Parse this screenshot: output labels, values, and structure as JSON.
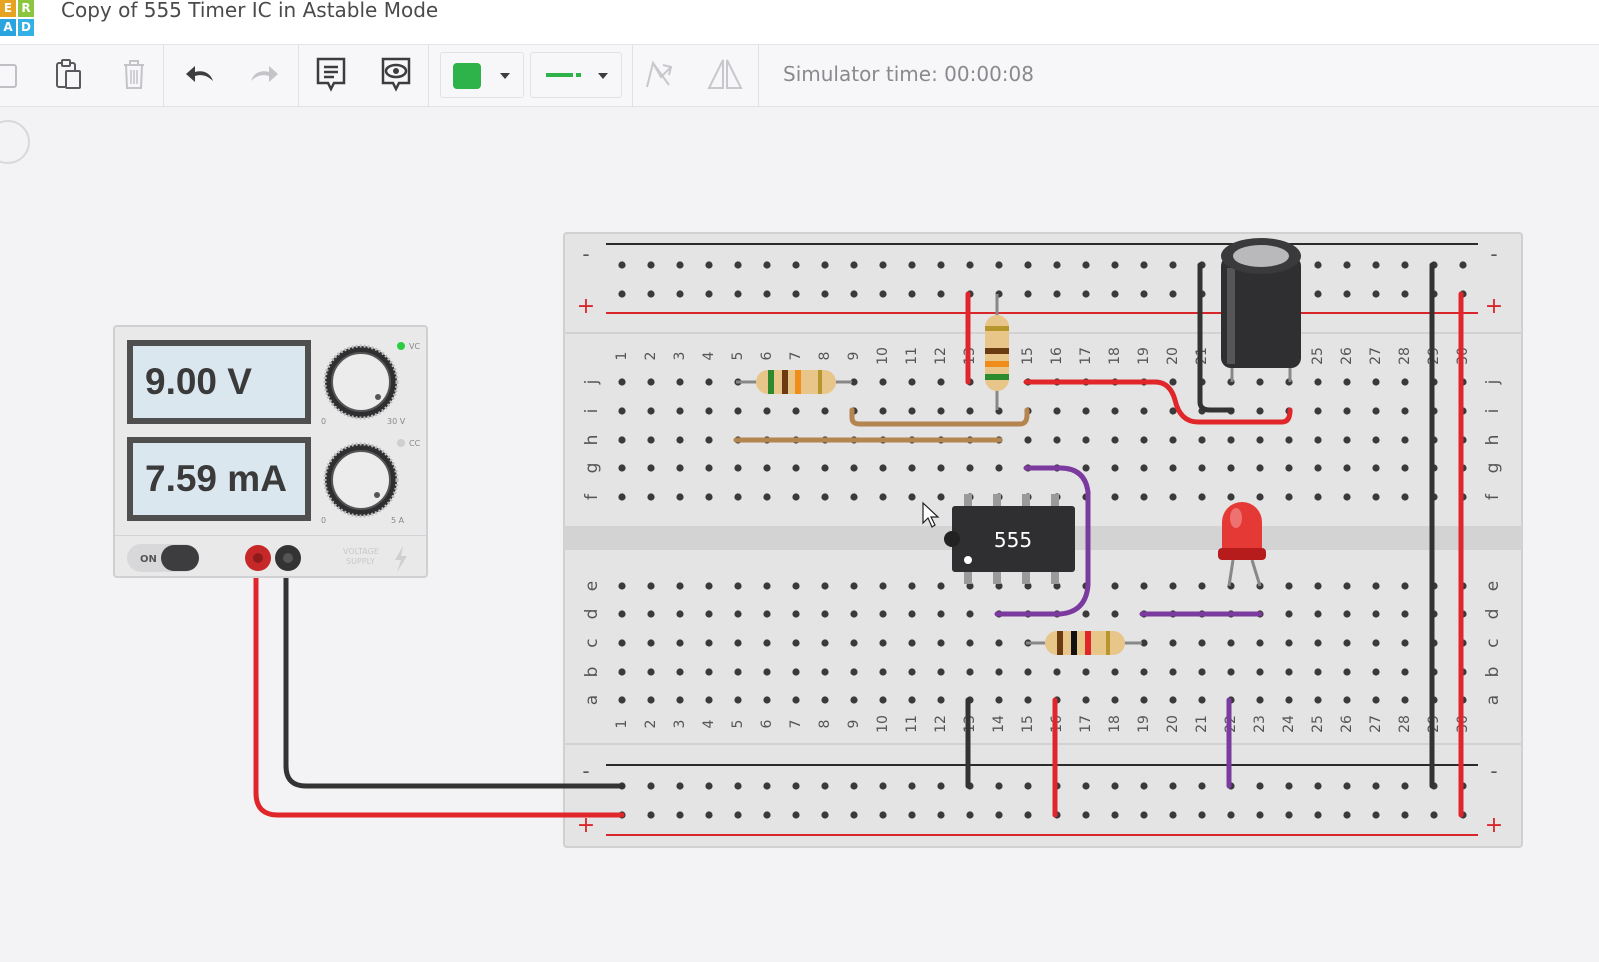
{
  "app": {
    "logo_letters": [
      "E",
      "R",
      "A",
      "D"
    ],
    "doc_title": "Copy of 555 Timer IC in Astable Mode"
  },
  "toolbar": {
    "simulator_time": "Simulator time: 00:00:08",
    "color_swatch": "#2db34a",
    "wire_swatch": "#2db34a"
  },
  "power_supply": {
    "voltage_display": "9.00 V",
    "current_display": "7.59 mA",
    "vc_label": "VC",
    "cc_label": "CC",
    "voltage_min": "0",
    "voltage_max": "30 V",
    "current_min": "0",
    "current_max": "5 A",
    "switch_label": "ON",
    "panel_label_1": "VOLTAGE",
    "panel_label_2": "SUPPLY"
  },
  "breadboard": {
    "columns": [
      "1",
      "2",
      "3",
      "4",
      "5",
      "6",
      "7",
      "8",
      "9",
      "10",
      "11",
      "12",
      "13",
      "14",
      "15",
      "16",
      "17",
      "18",
      "19",
      "20",
      "21",
      "22",
      "23",
      "24",
      "25",
      "26",
      "27",
      "28",
      "29",
      "30"
    ],
    "rows_top": [
      "j",
      "i",
      "h",
      "g",
      "f"
    ],
    "rows_bottom": [
      "e",
      "d",
      "c",
      "b",
      "a"
    ],
    "rail_minus": "-",
    "rail_plus": "+"
  },
  "components": {
    "ic_label": "555"
  },
  "colors": {
    "wire_red": "#e0262a",
    "wire_black": "#333333",
    "wire_purple": "#7a3a9e",
    "wire_brown": "#b5854f",
    "led_red": "#e53935"
  }
}
